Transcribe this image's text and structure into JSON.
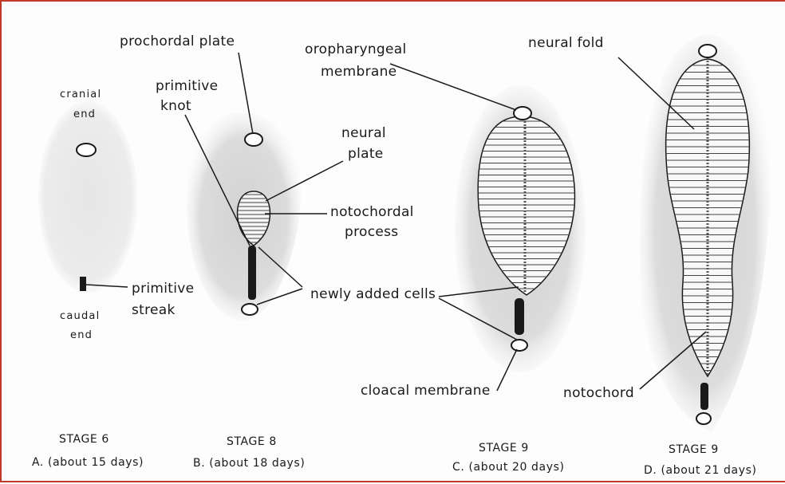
{
  "labels": {
    "cranial_end_1": "cranial",
    "cranial_end_2": "end",
    "caudal_end_1": "caudal",
    "caudal_end_2": "end",
    "primitive_streak_1": "primitive",
    "primitive_streak_2": "streak",
    "prochordal_plate": "prochordal plate",
    "primitive_knot_1": "primitive",
    "primitive_knot_2": "knot",
    "neural_plate_1": "neural",
    "neural_plate_2": "plate",
    "notochordal_process_1": "notochordal",
    "notochordal_process_2": "process",
    "newly_added_cells": "newly added cells",
    "oropharyngeal_1": "oropharyngeal",
    "oropharyngeal_2": "membrane",
    "cloacal_membrane": "cloacal membrane",
    "neural_fold": "neural fold",
    "notochord": "notochord"
  },
  "captions": {
    "a_stage": "STAGE 6",
    "a_age": "A. (about 15 days)",
    "b_stage": "STAGE 8",
    "b_age": "B. (about 18 days)",
    "c_stage": "STAGE 9",
    "c_age": "C. (about 20 days)",
    "d_stage": "STAGE 9",
    "d_age": "D. (about 21 days)"
  },
  "colors": {
    "frame": "#c0392b",
    "ink": "#1a1a1a",
    "shadow": "#c9c9c9"
  }
}
